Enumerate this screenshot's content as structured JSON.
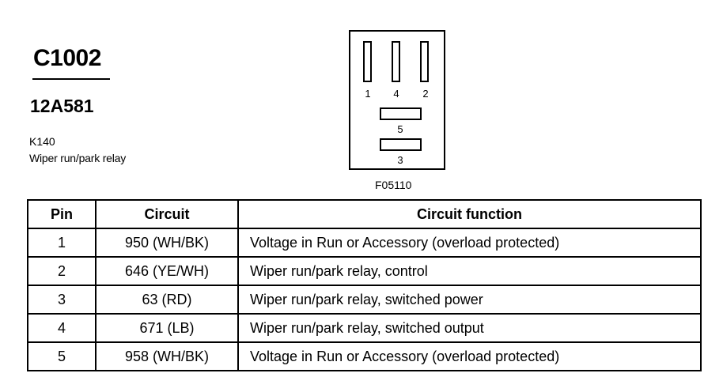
{
  "header": {
    "connector_id": "C1002",
    "part_number": "12A581",
    "reference_code": "K140",
    "description": "Wiper run/park relay"
  },
  "connector_diagram": {
    "pin_labels": {
      "pin_1": "1",
      "pin_4": "4",
      "pin_2": "2",
      "pin_5": "5",
      "pin_3": "3"
    },
    "figure_code": "F05110"
  },
  "table": {
    "headers": {
      "pin": "Pin",
      "circuit": "Circuit",
      "function": "Circuit function"
    },
    "rows": [
      {
        "pin": "1",
        "circuit": "950 (WH/BK)",
        "function": "Voltage in Run or Accessory (overload protected)"
      },
      {
        "pin": "2",
        "circuit": "646 (YE/WH)",
        "function": "Wiper run/park relay, control"
      },
      {
        "pin": "3",
        "circuit": "63 (RD)",
        "function": "Wiper run/park relay, switched power"
      },
      {
        "pin": "4",
        "circuit": "671 (LB)",
        "function": "Wiper run/park relay, switched output"
      },
      {
        "pin": "5",
        "circuit": "958 (WH/BK)",
        "function": "Voltage in Run or Accessory (overload protected)"
      }
    ]
  }
}
